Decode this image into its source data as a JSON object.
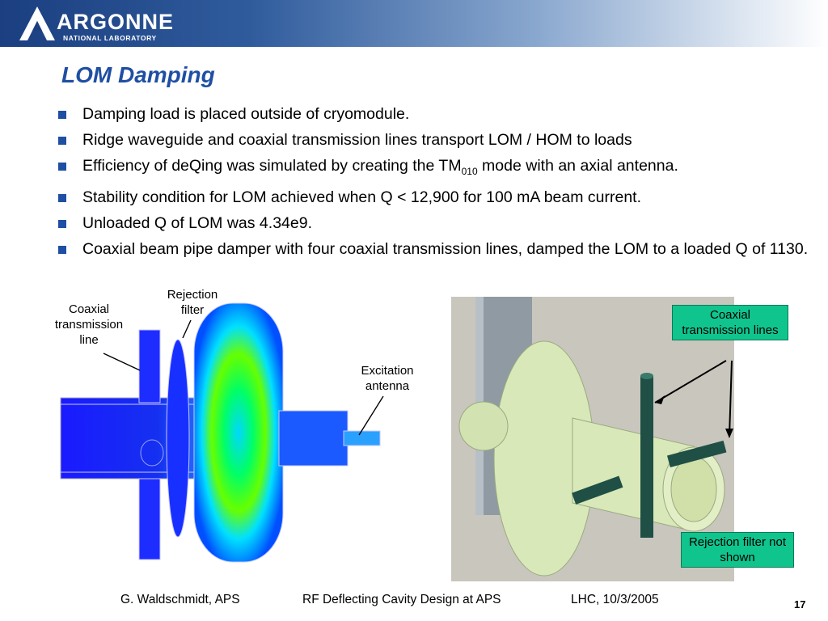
{
  "logo": {
    "name": "ARGONNE",
    "subtitle": "NATIONAL LABORATORY"
  },
  "title": "LOM Damping",
  "bullets": [
    {
      "text": "Damping load is placed outside of cryomodule."
    },
    {
      "text": "Ridge waveguide and coaxial transmission lines transport LOM / HOM to loads"
    },
    {
      "pre": "Efficiency of deQing was simulated by creating the TM",
      "sub": "010",
      "post": " mode with an axial antenna."
    },
    {
      "text": "Stability condition for LOM achieved when  Q < 12,900 for 100 mA beam current."
    },
    {
      "text": "Unloaded Q of LOM was 4.34e9."
    },
    {
      "text": "Coaxial beam pipe damper with four coaxial transmission lines, damped the LOM to a loaded Q of 1130."
    }
  ],
  "left_figure": {
    "label_coax_line": "Coaxial transmission line",
    "label_rejection_filter": "Rejection filter",
    "label_excitation_antenna": "Excitation antenna"
  },
  "right_figure": {
    "callout_coax_lines": "Coaxial transmission lines",
    "callout_rejection": "Rejection filter not shown"
  },
  "footer": {
    "author": "G. Waldschmidt, APS",
    "talk_title": "RF Deflecting Cavity Design at APS",
    "venue_date": "LHC, 10/3/2005",
    "page": "17"
  },
  "colors": {
    "title_blue": "#1f4fa3",
    "callout_green": "#10c48d"
  }
}
